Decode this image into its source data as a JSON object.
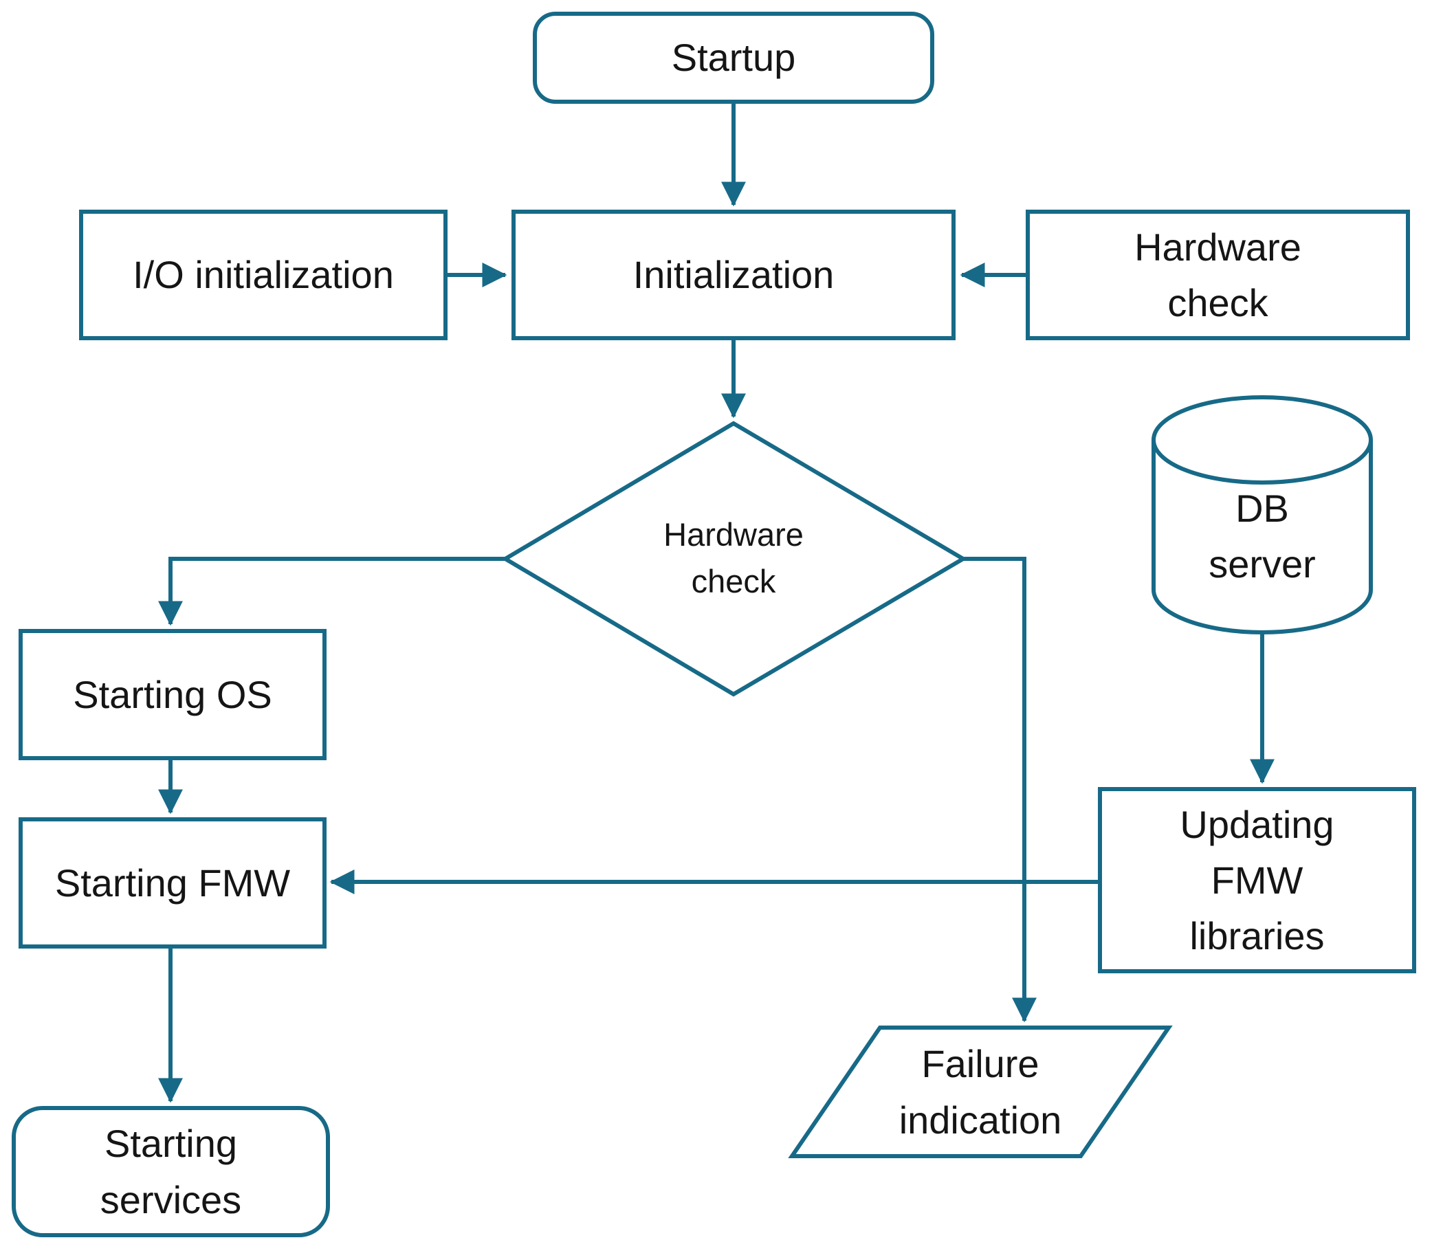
{
  "diagram": {
    "type": "flowchart",
    "colors": {
      "line": "#176a87",
      "text": "#151515",
      "background": "#ffffff"
    },
    "nodes": {
      "startup": {
        "label": "Startup",
        "shape": "rounded-rectangle"
      },
      "io_initialization": {
        "label": "I/O initialization",
        "shape": "rectangle"
      },
      "initialization": {
        "label": "Initialization",
        "shape": "rectangle"
      },
      "hardware_check": {
        "label": "Hardware\ncheck",
        "shape": "rectangle"
      },
      "hardware_check_decision": {
        "label": "Hardware\ncheck",
        "shape": "diamond"
      },
      "db_server": {
        "label": "DB\nserver",
        "shape": "cylinder"
      },
      "starting_os": {
        "label": "Starting OS",
        "shape": "rectangle"
      },
      "starting_fmw": {
        "label": "Starting FMW",
        "shape": "rectangle"
      },
      "updating_fmw_libraries": {
        "label": "Updating\nFMW\nlibraries",
        "shape": "rectangle"
      },
      "failure_indication": {
        "label": "Failure\nindication",
        "shape": "parallelogram"
      },
      "starting_services": {
        "label": "Starting\nservices",
        "shape": "rounded-rectangle"
      }
    },
    "edges": [
      {
        "from": "startup",
        "to": "initialization"
      },
      {
        "from": "io_initialization",
        "to": "initialization"
      },
      {
        "from": "hardware_check",
        "to": "initialization"
      },
      {
        "from": "initialization",
        "to": "hardware_check_decision"
      },
      {
        "from": "hardware_check_decision",
        "to": "starting_os"
      },
      {
        "from": "hardware_check_decision",
        "to": "failure_indication"
      },
      {
        "from": "starting_os",
        "to": "starting_fmw"
      },
      {
        "from": "starting_fmw",
        "to": "starting_services"
      },
      {
        "from": "db_server",
        "to": "updating_fmw_libraries"
      },
      {
        "from": "updating_fmw_libraries",
        "to": "starting_fmw"
      }
    ]
  }
}
